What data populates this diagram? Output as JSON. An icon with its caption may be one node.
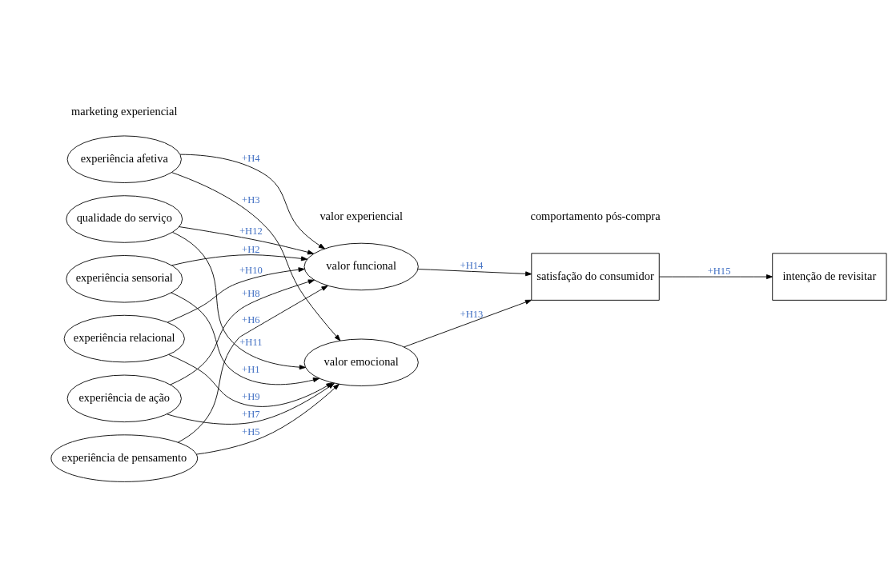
{
  "diagram": {
    "nodes": [
      {
        "text": [
          "experiência sensorial"
        ]
      },
      {
        "text": [
          "experiência afetiva"
        ]
      },
      {
        "text": [
          "experiência de pensamento"
        ]
      },
      {
        "text": [
          "experiência de ação"
        ]
      },
      {
        "text": [
          "experiência relacional"
        ]
      },
      {
        "text": [
          "qualidade do serviço"
        ]
      },
      {
        "text": [
          "valor emocional"
        ]
      },
      {
        "text": [
          "valor funcional"
        ]
      },
      {
        "text": [
          "satisfação do consumidor"
        ]
      },
      {
        "text": [
          "intenção de revisitar"
        ]
      }
    ],
    "edges": [
      {
        "from": 0,
        "to": 6,
        "arrow": "to",
        "label": "+H1"
      },
      {
        "from": 0,
        "to": 7,
        "arrow": "to",
        "label": "+H2"
      },
      {
        "from": 1,
        "to": 6,
        "arrow": "to",
        "label": "+H3"
      },
      {
        "from": 1,
        "to": 7,
        "arrow": "to",
        "label": "+H4"
      },
      {
        "from": 2,
        "to": 6,
        "arrow": "to",
        "label": "+H5"
      },
      {
        "from": 2,
        "to": 7,
        "arrow": "to",
        "label": "+H6"
      },
      {
        "from": 3,
        "to": 6,
        "arrow": "to",
        "label": "+H7"
      },
      {
        "from": 3,
        "to": 7,
        "arrow": "to",
        "label": "+H8"
      },
      {
        "from": 4,
        "to": 6,
        "arrow": "to",
        "label": "+H9"
      },
      {
        "from": 4,
        "to": 7,
        "arrow": "to",
        "label": "+H10"
      },
      {
        "from": 5,
        "to": 6,
        "arrow": "to",
        "label": "+H11"
      },
      {
        "from": 5,
        "to": 7,
        "arrow": "to",
        "label": "+H12"
      },
      {
        "from": 6,
        "to": 8,
        "arrow": "to",
        "label": "+H13"
      },
      {
        "from": 7,
        "to": 8,
        "arrow": "to",
        "label": "+H14"
      },
      {
        "from": 8,
        "to": 9,
        "arrow": "to",
        "label": "+H15"
      }
    ],
    "labels": [
      "marketing experiencial",
      "valor experiencial",
      "comportamento pós-compra"
    ]
  }
}
